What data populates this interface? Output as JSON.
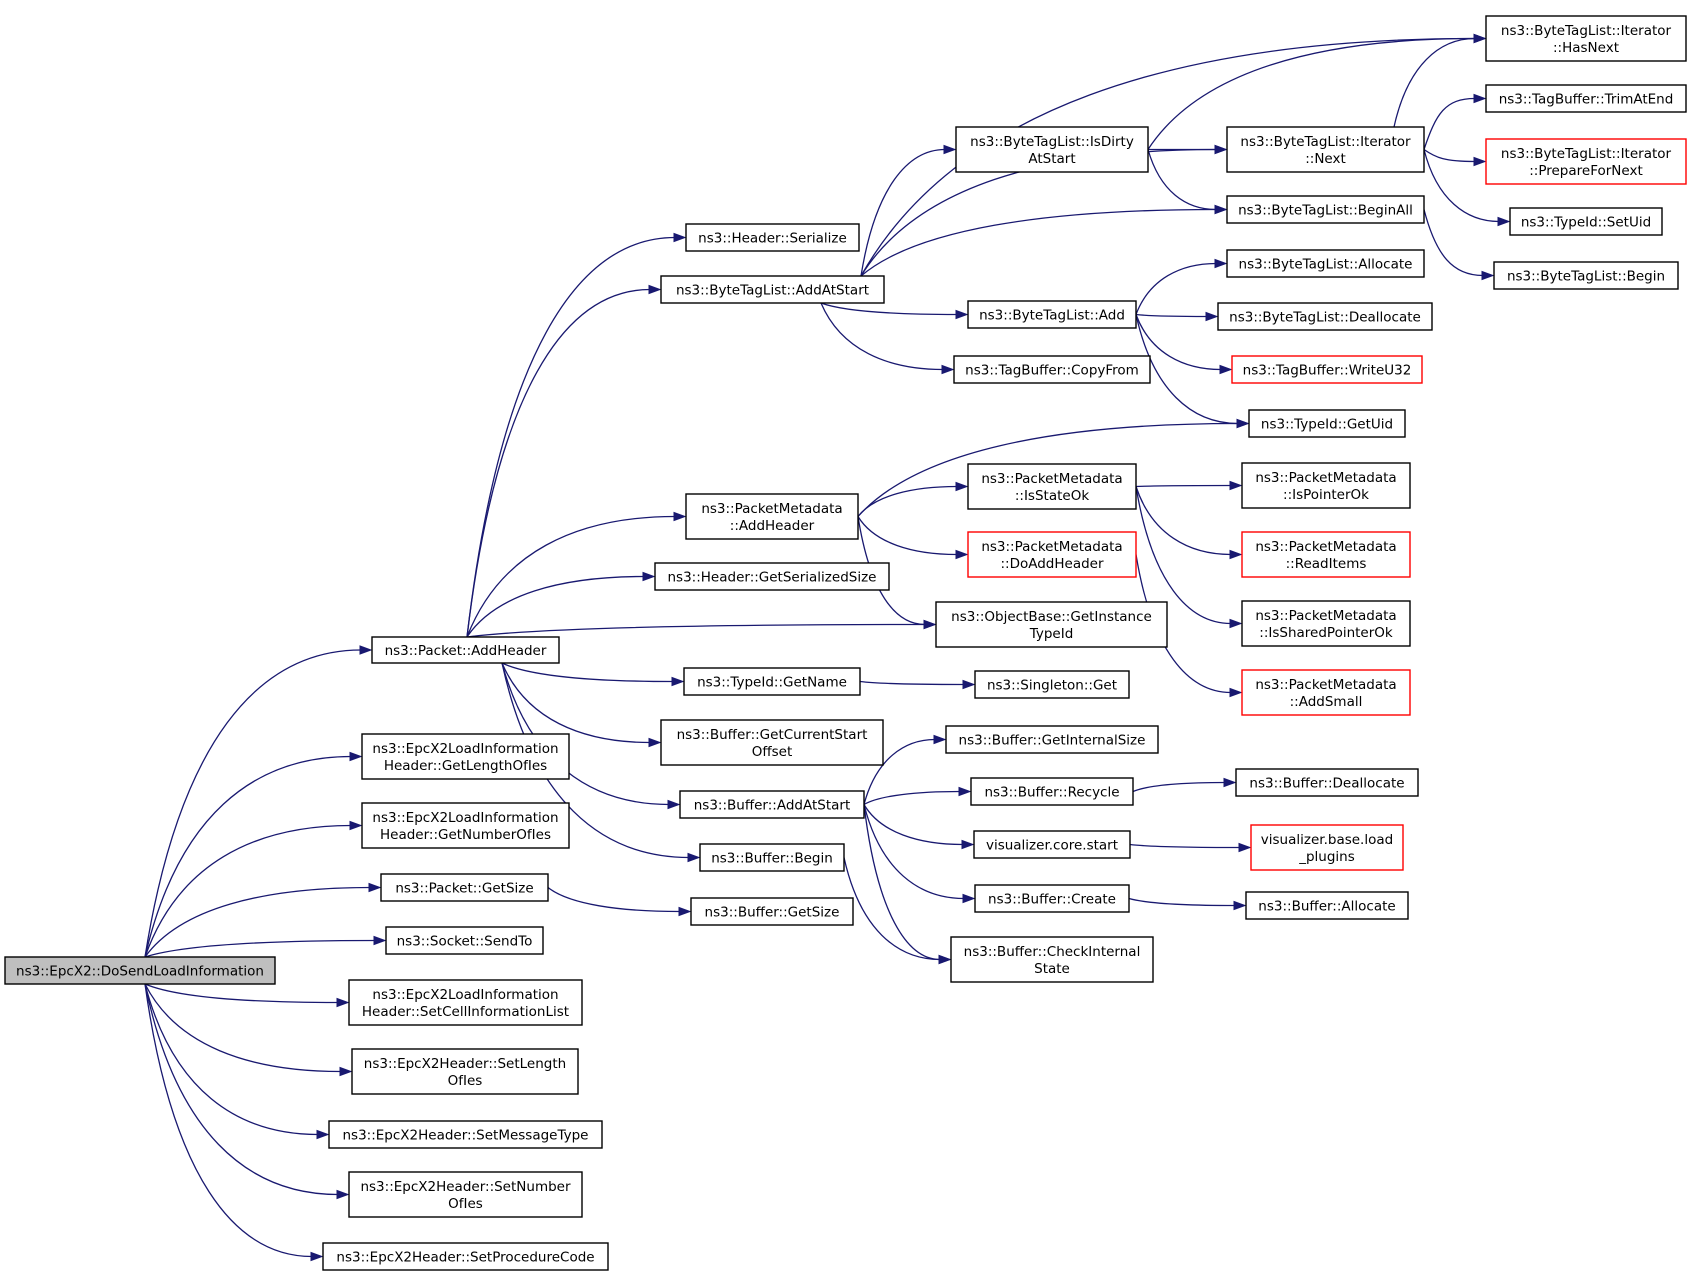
{
  "colors": {
    "edge": "#191970",
    "node_border": "#000000",
    "undocumented_border": "#ff0000",
    "root_fill": "#bfbfbf"
  },
  "nodes": {
    "root": {
      "lines": [
        "ns3::EpcX2::DoSendLoadInformation"
      ]
    },
    "packet_addheader": {
      "lines": [
        "ns3::Packet::AddHeader"
      ]
    },
    "get_length_of_ies": {
      "lines": [
        "ns3::EpcX2LoadInformation",
        "Header::GetLengthOfIes"
      ]
    },
    "get_number_of_ies": {
      "lines": [
        "ns3::EpcX2LoadInformation",
        "Header::GetNumberOfIes"
      ]
    },
    "packet_getsize": {
      "lines": [
        "ns3::Packet::GetSize"
      ]
    },
    "socket_sendto": {
      "lines": [
        "ns3::Socket::SendTo"
      ]
    },
    "set_cell_info_list": {
      "lines": [
        "ns3::EpcX2LoadInformation",
        "Header::SetCellInformationList"
      ]
    },
    "set_length_of_ies": {
      "lines": [
        "ns3::EpcX2Header::SetLength",
        "OfIes"
      ]
    },
    "set_message_type": {
      "lines": [
        "ns3::EpcX2Header::SetMessageType"
      ]
    },
    "set_number_of_ies": {
      "lines": [
        "ns3::EpcX2Header::SetNumber",
        "OfIes"
      ]
    },
    "set_procedure_code": {
      "lines": [
        "ns3::EpcX2Header::SetProcedureCode"
      ]
    },
    "header_serialize": {
      "lines": [
        "ns3::Header::Serialize"
      ]
    },
    "bytetaglist_addatstart": {
      "lines": [
        "ns3::ByteTagList::AddAtStart"
      ]
    },
    "packetmetadata_addheader": {
      "lines": [
        "ns3::PacketMetadata",
        "::AddHeader"
      ]
    },
    "header_getserializedsize": {
      "lines": [
        "ns3::Header::GetSerializedSize"
      ]
    },
    "typeid_getname": {
      "lines": [
        "ns3::TypeId::GetName"
      ]
    },
    "buffer_getcurrentstartoffset": {
      "lines": [
        "ns3::Buffer::GetCurrentStart",
        "Offset"
      ]
    },
    "buffer_addatstart": {
      "lines": [
        "ns3::Buffer::AddAtStart"
      ]
    },
    "buffer_begin": {
      "lines": [
        "ns3::Buffer::Begin"
      ]
    },
    "buffer_getsize": {
      "lines": [
        "ns3::Buffer::GetSize"
      ]
    },
    "bytetaglist_isdirtyatstart": {
      "lines": [
        "ns3::ByteTagList::IsDirty",
        "AtStart"
      ]
    },
    "bytetaglist_add": {
      "lines": [
        "ns3::ByteTagList::Add"
      ]
    },
    "tagbuffer_copyfrom": {
      "lines": [
        "ns3::TagBuffer::CopyFrom"
      ]
    },
    "packetmetadata_isstateok": {
      "lines": [
        "ns3::PacketMetadata",
        "::IsStateOk"
      ]
    },
    "packetmetadata_doaddheader": {
      "lines": [
        "ns3::PacketMetadata",
        "::DoAddHeader"
      ]
    },
    "objectbase_getinstancetypeid": {
      "lines": [
        "ns3::ObjectBase::GetInstance",
        "TypeId"
      ]
    },
    "singleton_get": {
      "lines": [
        "ns3::Singleton::Get"
      ]
    },
    "buffer_getinternalsize": {
      "lines": [
        "ns3::Buffer::GetInternalSize"
      ]
    },
    "buffer_recycle": {
      "lines": [
        "ns3::Buffer::Recycle"
      ]
    },
    "visualizer_core_start": {
      "lines": [
        "visualizer.core.start"
      ]
    },
    "buffer_create": {
      "lines": [
        "ns3::Buffer::Create"
      ]
    },
    "buffer_checkinternalstate": {
      "lines": [
        "ns3::Buffer::CheckInternal",
        "State"
      ]
    },
    "iterator_hasnext": {
      "lines": [
        "ns3::ByteTagList::Iterator",
        "::HasNext"
      ]
    },
    "iterator_next": {
      "lines": [
        "ns3::ByteTagList::Iterator",
        "::Next"
      ]
    },
    "bytetaglist_beginall": {
      "lines": [
        "ns3::ByteTagList::BeginAll"
      ]
    },
    "bytetaglist_allocate": {
      "lines": [
        "ns3::ByteTagList::Allocate"
      ]
    },
    "bytetaglist_deallocate": {
      "lines": [
        "ns3::ByteTagList::Deallocate"
      ]
    },
    "tagbuffer_writeu32": {
      "lines": [
        "ns3::TagBuffer::WriteU32"
      ]
    },
    "typeid_getuid": {
      "lines": [
        "ns3::TypeId::GetUid"
      ]
    },
    "packetmetadata_ispointerok": {
      "lines": [
        "ns3::PacketMetadata",
        "::IsPointerOk"
      ]
    },
    "packetmetadata_readitems": {
      "lines": [
        "ns3::PacketMetadata",
        "::ReadItems"
      ]
    },
    "packetmetadata_issharedpointerok": {
      "lines": [
        "ns3::PacketMetadata",
        "::IsSharedPointerOk"
      ]
    },
    "packetmetadata_addsmall": {
      "lines": [
        "ns3::PacketMetadata",
        "::AddSmall"
      ]
    },
    "buffer_deallocate": {
      "lines": [
        "ns3::Buffer::Deallocate"
      ]
    },
    "visualizer_base_load_plugins": {
      "lines": [
        "visualizer.base.load",
        "_plugins"
      ]
    },
    "buffer_allocate": {
      "lines": [
        "ns3::Buffer::Allocate"
      ]
    },
    "tagbuffer_trimatend": {
      "lines": [
        "ns3::TagBuffer::TrimAtEnd"
      ]
    },
    "iterator_preparefornext": {
      "lines": [
        "ns3::ByteTagList::Iterator",
        "::PrepareForNext"
      ]
    },
    "typeid_setuid": {
      "lines": [
        "ns3::TypeId::SetUid"
      ]
    },
    "bytetaglist_begin": {
      "lines": [
        "ns3::ByteTagList::Begin"
      ]
    }
  }
}
